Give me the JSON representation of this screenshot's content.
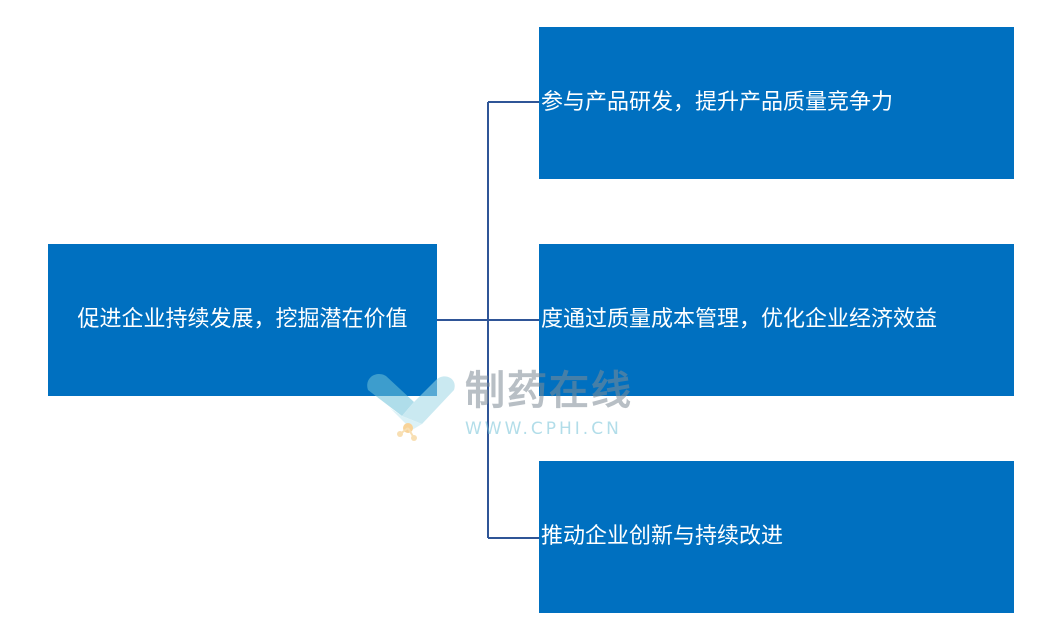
{
  "root": {
    "label": "促进企业持续发展，挖掘潜在价值"
  },
  "branches": [
    {
      "label": "参与产品研发，提升产品质量竞争力"
    },
    {
      "label": "度通过质量成本管理，优化企业经济效益"
    },
    {
      "label": "推动企业创新与持续改进"
    }
  ],
  "watermark": {
    "title": "制药在线",
    "url": "WWW.CPHI.CN"
  },
  "colors": {
    "box": "#0070C0",
    "connector": "#2F5597",
    "text": "#FFFFFF"
  }
}
